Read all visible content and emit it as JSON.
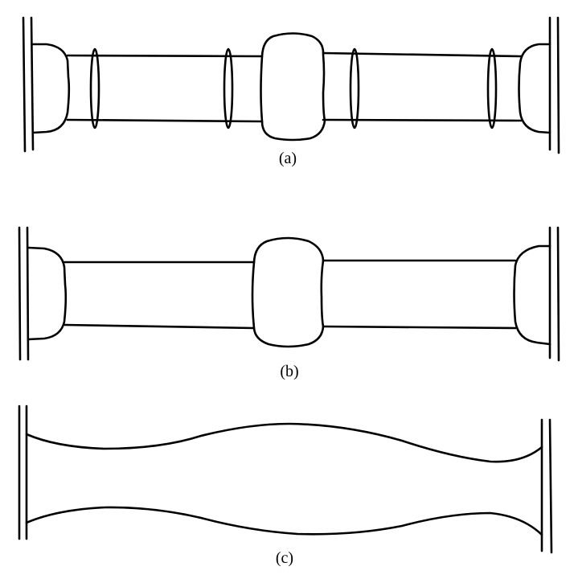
{
  "captions": {
    "a": "(a)",
    "b": "(b)",
    "c": "(c)"
  },
  "colors": {
    "stroke": "#000000",
    "background": "#ffffff"
  }
}
